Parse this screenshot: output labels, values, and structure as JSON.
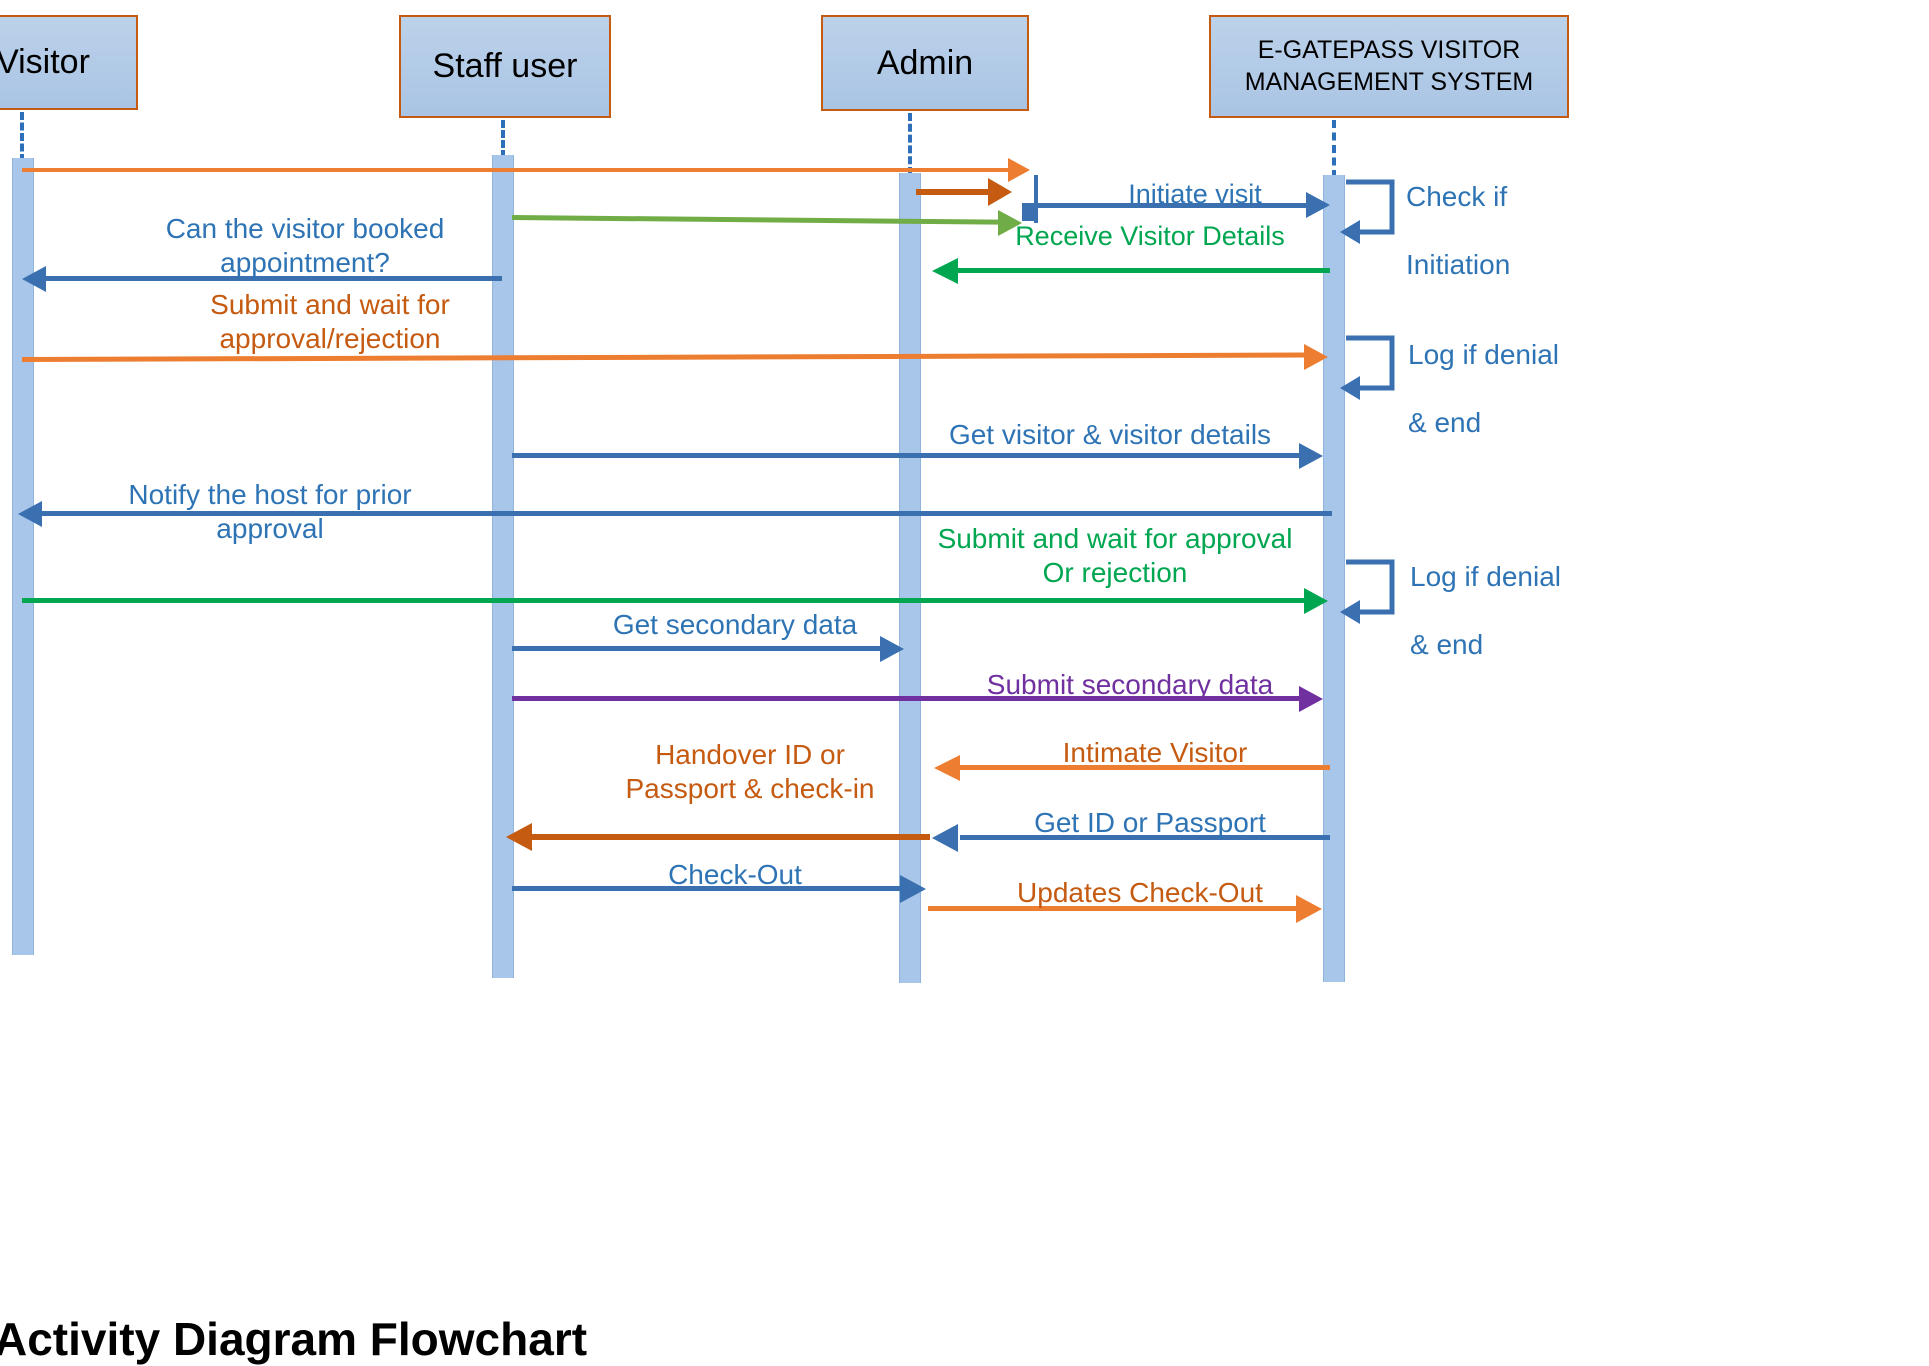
{
  "diagram": {
    "title": "Activity Diagram Flowchart",
    "type": "UML Sequence Diagram",
    "colors": {
      "actor_box_fill": "#b4cce4",
      "actor_box_border": "#c55a11",
      "lifeline_dash": "#2e6fba",
      "activation_fill": "#a8c6ea",
      "blue": "#2e74b5",
      "blue_dark": "#3a6fb0",
      "orange": "#ed7d31",
      "orange_dark": "#c55a11",
      "green": "#70ad47",
      "green_dark": "#00a650",
      "purple": "#7030a0",
      "title_black": "#000000"
    }
  },
  "actors": [
    {
      "id": "visitor",
      "label": "Visitor"
    },
    {
      "id": "staff",
      "label": "Staff user"
    },
    {
      "id": "admin",
      "label": "Admin"
    },
    {
      "id": "system",
      "label": "E-GATEPASS VISITOR\nMANAGEMENT SYSTEM"
    }
  ],
  "messages": [
    {
      "id": "m1",
      "label": "",
      "from": "visitor",
      "to": "admin",
      "color": "#ed7d31"
    },
    {
      "id": "m2",
      "label": "",
      "from": "staff",
      "to": "admin",
      "color": "#c55a11"
    },
    {
      "id": "m3",
      "label": "Initiate visit",
      "from": "admin",
      "to": "system",
      "color": "#2e74b5"
    },
    {
      "id": "m4",
      "label": "Receive Visitor Details",
      "from": "staff",
      "to": "admin",
      "color": "#70ad47"
    },
    {
      "id": "m5",
      "label": "Can the visitor booked\nappointment?",
      "from": "staff",
      "to": "visitor",
      "color": "#3a6fb0"
    },
    {
      "id": "m6",
      "label": "",
      "from": "system",
      "to": "admin",
      "color": "#00a650"
    },
    {
      "id": "m7",
      "label": "Submit and wait for\napproval/rejection",
      "from": "visitor",
      "to": "system",
      "color": "#ed7d31"
    },
    {
      "id": "m8",
      "label": "Get visitor & visitor details",
      "from": "staff",
      "to": "system",
      "color": "#2e74b5"
    },
    {
      "id": "m9",
      "label": "Notify the host for prior approval",
      "from": "system",
      "to": "visitor",
      "color": "#3a6fb0"
    },
    {
      "id": "m10",
      "label": "Submit and wait for approval\nOr rejection",
      "from": "visitor",
      "to": "system",
      "color": "#00a650"
    },
    {
      "id": "m11",
      "label": "Get secondary data",
      "from": "staff",
      "to": "admin",
      "color": "#3a6fb0"
    },
    {
      "id": "m12",
      "label": "Submit secondary data",
      "from": "staff",
      "to": "system",
      "color": "#7030a0"
    },
    {
      "id": "m13",
      "label": "Intimate Visitor",
      "from": "system",
      "to": "admin",
      "color": "#ed7d31"
    },
    {
      "id": "m14",
      "label": "Handover ID or\nPassport & check-in",
      "from": "admin",
      "to": "staff",
      "color": "#c55a11"
    },
    {
      "id": "m15",
      "label": "Get ID or Passport",
      "from": "system",
      "to": "admin",
      "color": "#3a6fb0"
    },
    {
      "id": "m16",
      "label": "Check-Out",
      "from": "staff",
      "to": "admin",
      "color": "#3a6fb0"
    },
    {
      "id": "m17",
      "label": "Updates Check-Out",
      "from": "admin",
      "to": "system",
      "color": "#ed7d31"
    }
  ],
  "self_messages": [
    {
      "id": "s1",
      "label": "Check if\n\nInitiation",
      "on": "system",
      "color": "#3a6fb0"
    },
    {
      "id": "s2",
      "label": "Log if denial\n\n& end",
      "on": "system",
      "color": "#3a6fb0"
    },
    {
      "id": "s3",
      "label": "Log if denial\n\n& end",
      "on": "system",
      "color": "#3a6fb0"
    }
  ]
}
